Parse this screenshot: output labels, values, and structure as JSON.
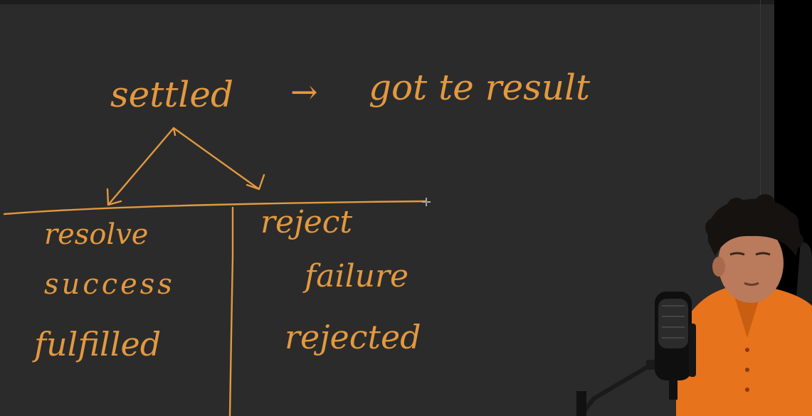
{
  "whiteboard": {
    "heading": {
      "left": "settled",
      "arrow": "→",
      "right": "got te result"
    },
    "left_column": [
      "resolve",
      "success",
      "fulfilled"
    ],
    "right_column": [
      "reject",
      "failure",
      "rejected"
    ]
  },
  "icons": {
    "cursor": "crosshair-cursor-icon"
  },
  "colors": {
    "board": "#2b2b2b",
    "ink": "#e2993f",
    "shirt": "#e8731d"
  }
}
